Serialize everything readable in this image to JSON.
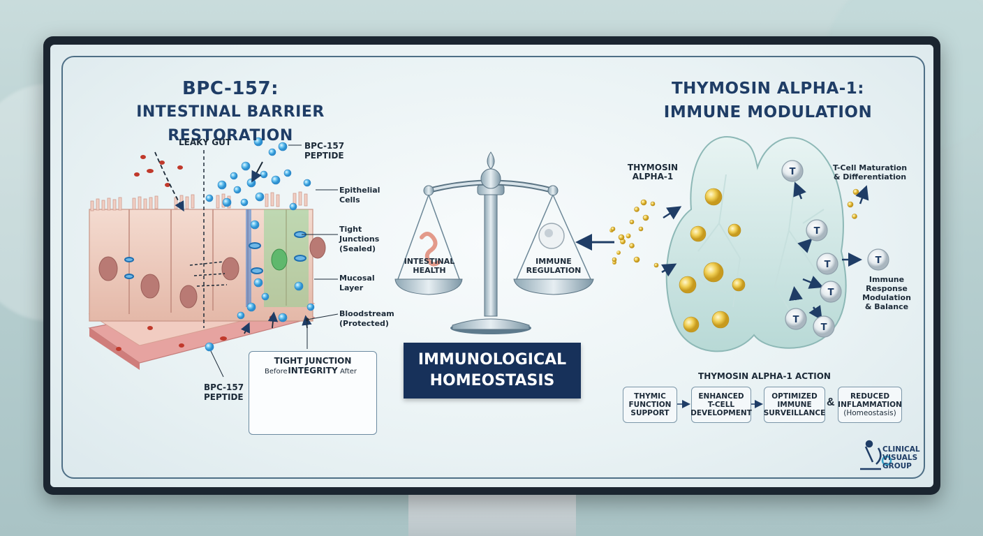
{
  "left_panel": {
    "title_line1": "BPC-157:",
    "title_line2": "INTESTINAL BARRIER RESTORATION",
    "labels": {
      "leaky_gut": "LEAKY GUT",
      "bpc_peptide_top_1": "BPC-157",
      "bpc_peptide_top_2": "PEPTIDE",
      "epithelial_1": "Epithelial",
      "epithelial_2": "Cells",
      "tight_1": "Tight",
      "tight_2": "Junctions",
      "tight_3": "(Sealed)",
      "mucosal_1": "Mucosal",
      "mucosal_2": "Layer",
      "bloodstream_1": "Bloodstream",
      "bloodstream_2": "(Protected)",
      "bpc_peptide_bottom_1": "BPC-157",
      "bpc_peptide_bottom_2": "PEPTIDE"
    },
    "inset": {
      "title": "TIGHT JUNCTION INTEGRITY",
      "before": "Before",
      "after": "After"
    }
  },
  "center_panel": {
    "left_pan_1": "INTESTINAL",
    "left_pan_2": "HEALTH",
    "right_pan_1": "IMMUNE",
    "right_pan_2": "REGULATION",
    "banner_line1": "IMMUNOLOGICAL",
    "banner_line2": "HOMEOSTASIS"
  },
  "right_panel": {
    "title_line1": "THYMOSIN ALPHA-1:",
    "title_line2": "IMMUNE MODULATION",
    "labels": {
      "thymosin_1": "THYMOSIN",
      "thymosin_2": "ALPHA-1",
      "tcell_1": "T-Cell Maturation",
      "tcell_2": "& Differentiation",
      "immune_1": "Immune",
      "immune_2": "Response",
      "immune_3": "Modulation",
      "immune_4": "& Balance",
      "tcell_letter": "T"
    },
    "action": {
      "title": "THYMOSIN ALPHA-1 ACTION",
      "steps": [
        {
          "l1": "THYMIC",
          "l2": "FUNCTION",
          "l3": "SUPPORT"
        },
        {
          "l1": "ENHANCED",
          "l2": "T-CELL",
          "l3": "DEVELOPMENT"
        },
        {
          "l1": "OPTIMIZED",
          "l2": "IMMUNE",
          "l3": "SURVEILLANCE"
        },
        {
          "l1": "REDUCED",
          "l2": "INFLAMMATION",
          "l3": "(Homeostasis)"
        }
      ],
      "ampersand": "&"
    }
  },
  "logo": {
    "line1": "CLINICAL",
    "line2": "VISUALS",
    "line3": "GROUP"
  },
  "colors": {
    "navy": "#17315a",
    "peptide_blue": "#4fb3e8",
    "thymosin_gold": "#e8c548",
    "junction_green": "#3fbf5a"
  }
}
